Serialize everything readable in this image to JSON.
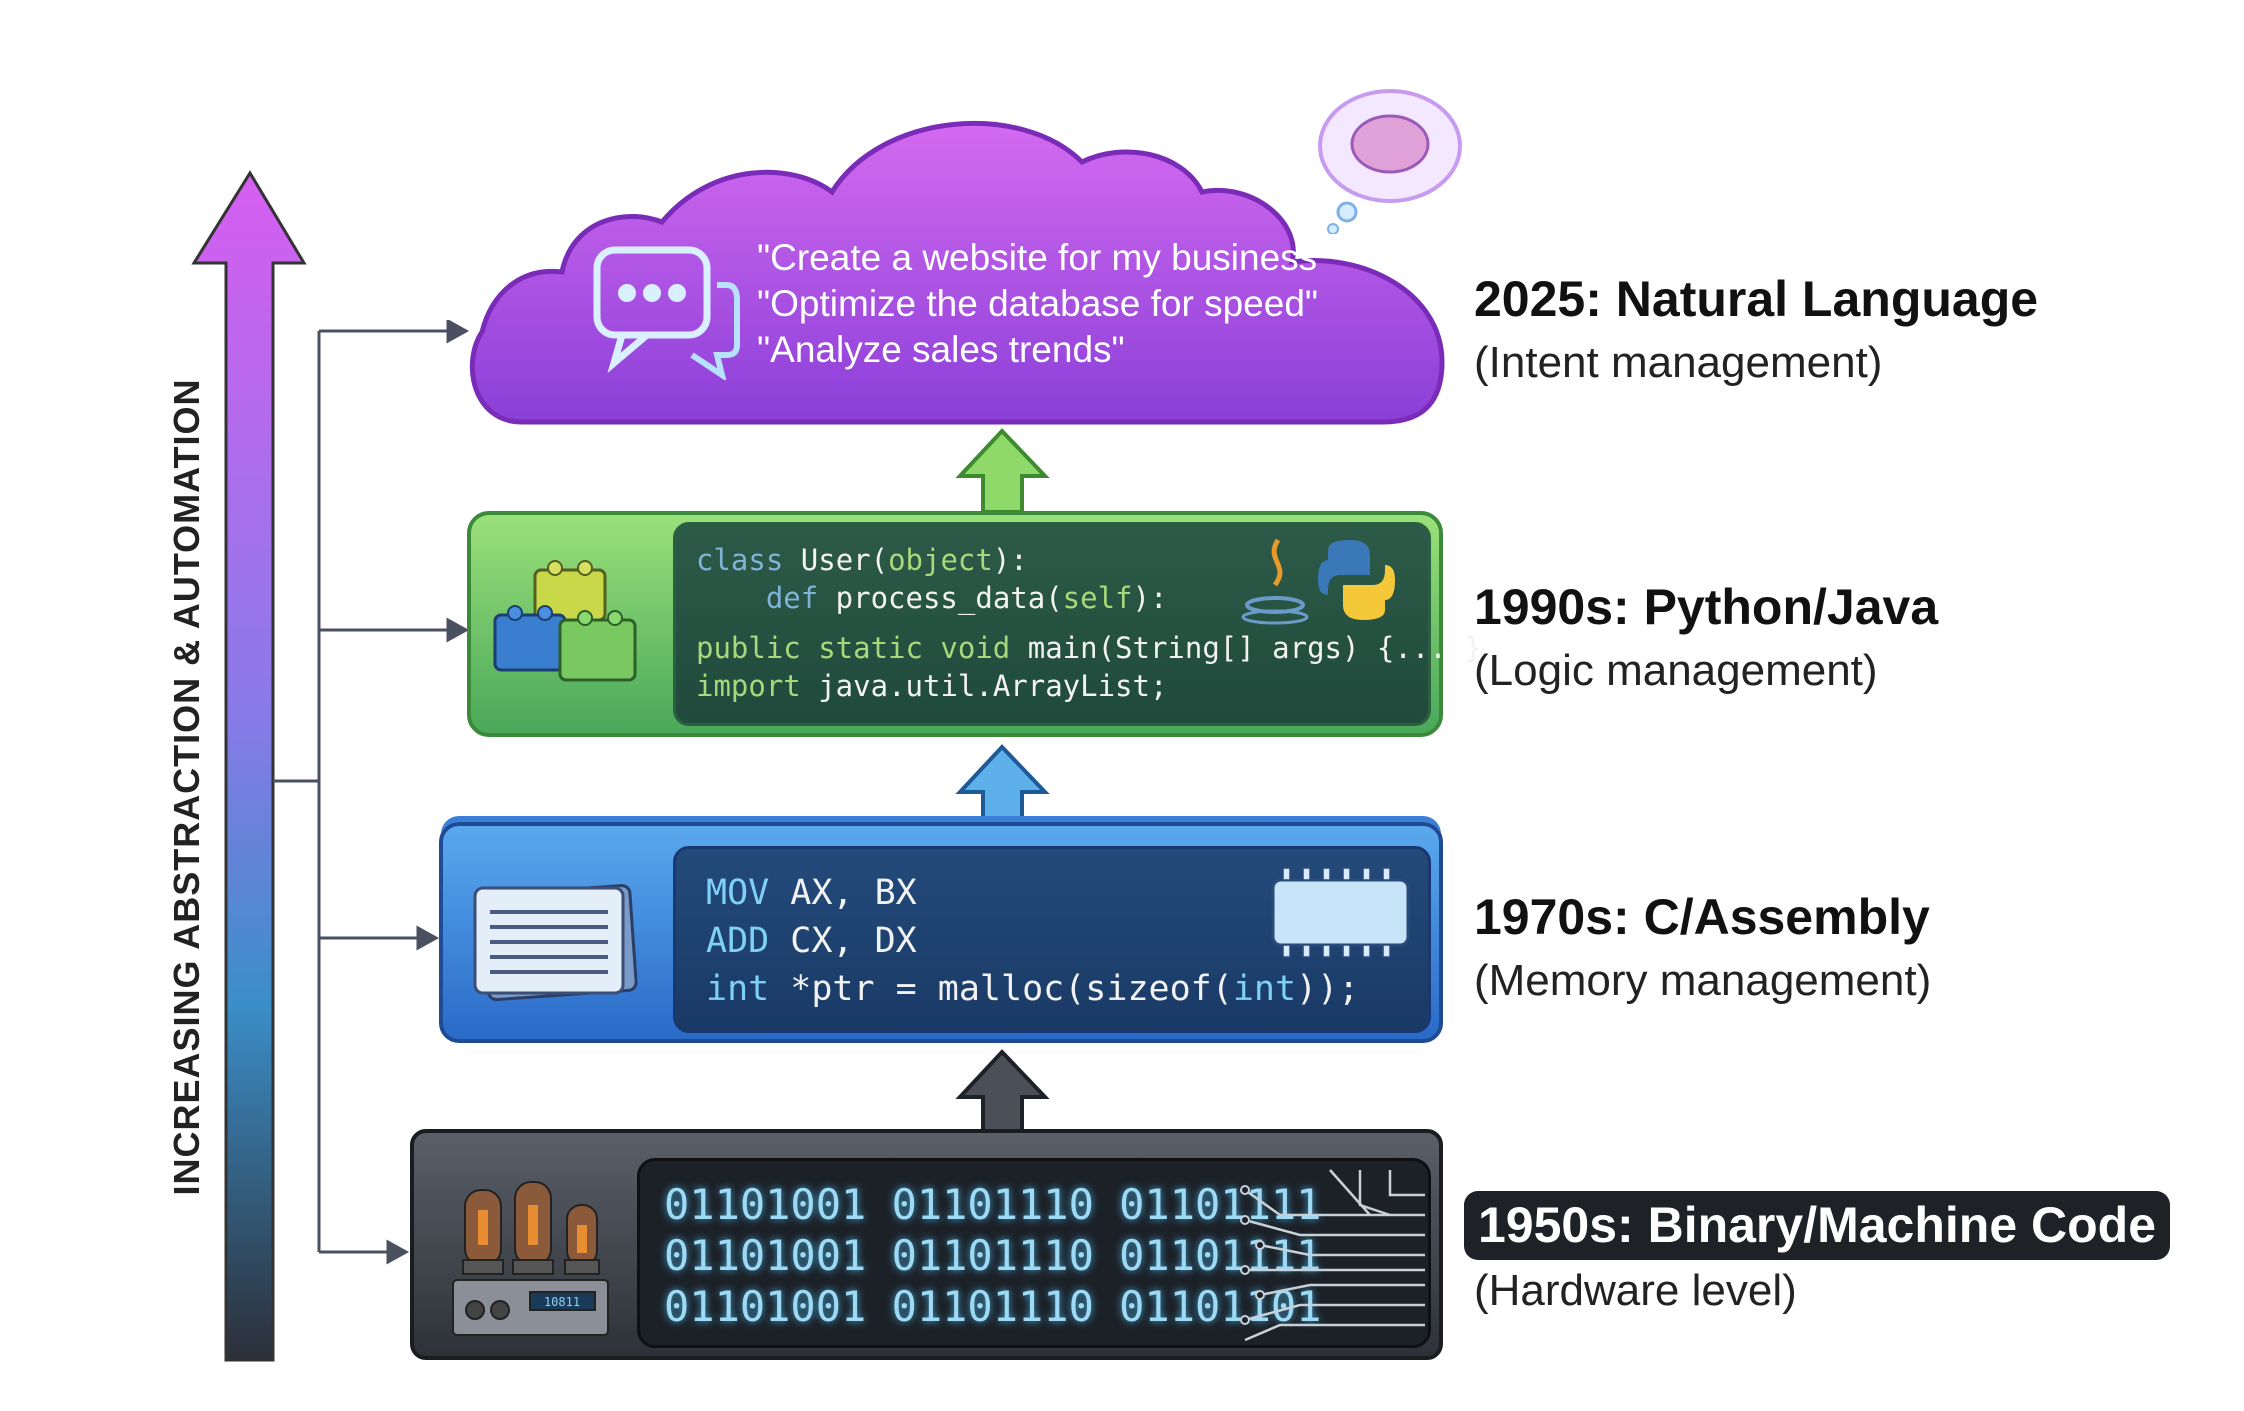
{
  "axis_label": "INCREASING ABSTRACTION & AUTOMATION",
  "levels": [
    {
      "title": "2025: Natural Language",
      "subtitle": "(Intent management)",
      "lines": [
        "\"Create a website for my business\"",
        "\"Optimize the database for speed\"",
        "\"Analyze sales trends\""
      ]
    },
    {
      "title": "1990s: Python/Java",
      "subtitle": "(Logic management)",
      "code": [
        {
          "kw": "class",
          "rest": " User(",
          "arg": "object",
          "end": "):"
        },
        {
          "kw": "    def",
          "rest": " process_data(",
          "arg": "self",
          "end": "):"
        },
        {
          "kw": "public static void",
          "rest": " main(String[] args) {... }"
        },
        {
          "kw": "import",
          "rest": " java.util.ArrayList;"
        }
      ]
    },
    {
      "title": "1970s: C/Assembly",
      "subtitle": "(Memory management)",
      "code": [
        {
          "kw": "MOV",
          "rest": " AX, BX"
        },
        {
          "kw": "ADD",
          "rest": " CX, DX"
        },
        {
          "kw": "int",
          "rest": " *ptr = malloc(sizeof(",
          "arg": "int",
          "end": "));"
        }
      ]
    },
    {
      "title": "1950s: Binary/Machine Code",
      "subtitle": "(Hardware level)",
      "binary": [
        "01101001 01101110 01101111",
        "01101001 01101110 01101111",
        "01101001 01101110 01101101"
      ],
      "panel_display": "10811"
    }
  ]
}
